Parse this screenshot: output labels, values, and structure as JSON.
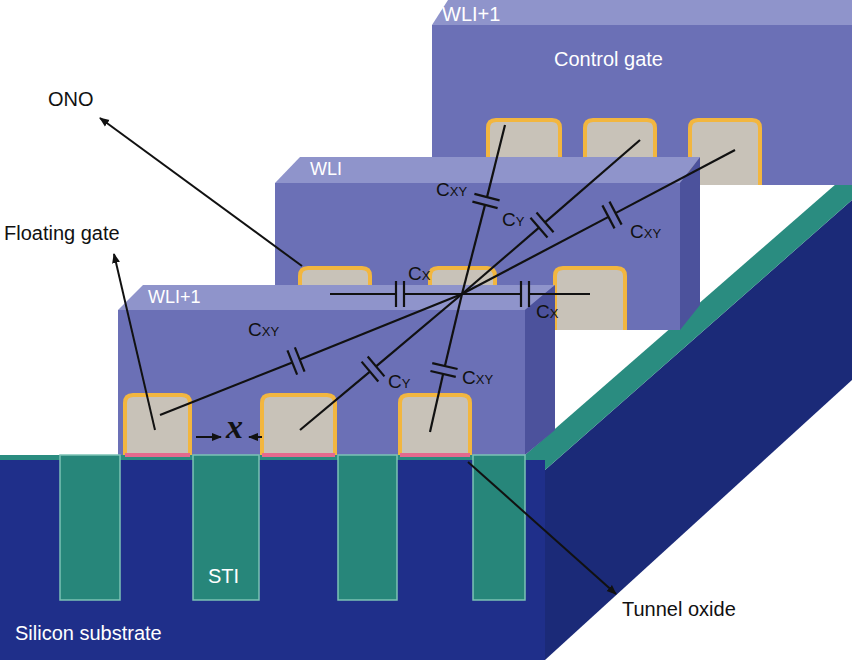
{
  "diagram": {
    "nodes": [
      {
        "text": [
          "WLI+1",
          "Control gate"
        ]
      },
      {
        "text": [
          "WLI"
        ]
      },
      {
        "text": [
          "WLI+1"
        ]
      }
    ],
    "labels": [
      "ONO",
      "Floating gate",
      "CXY",
      "CY",
      "CXY",
      "CX",
      "CX",
      "CXY",
      "CY",
      "CXY",
      "x",
      "STI",
      "Silicon substrate",
      "Tunnel oxide"
    ]
  }
}
